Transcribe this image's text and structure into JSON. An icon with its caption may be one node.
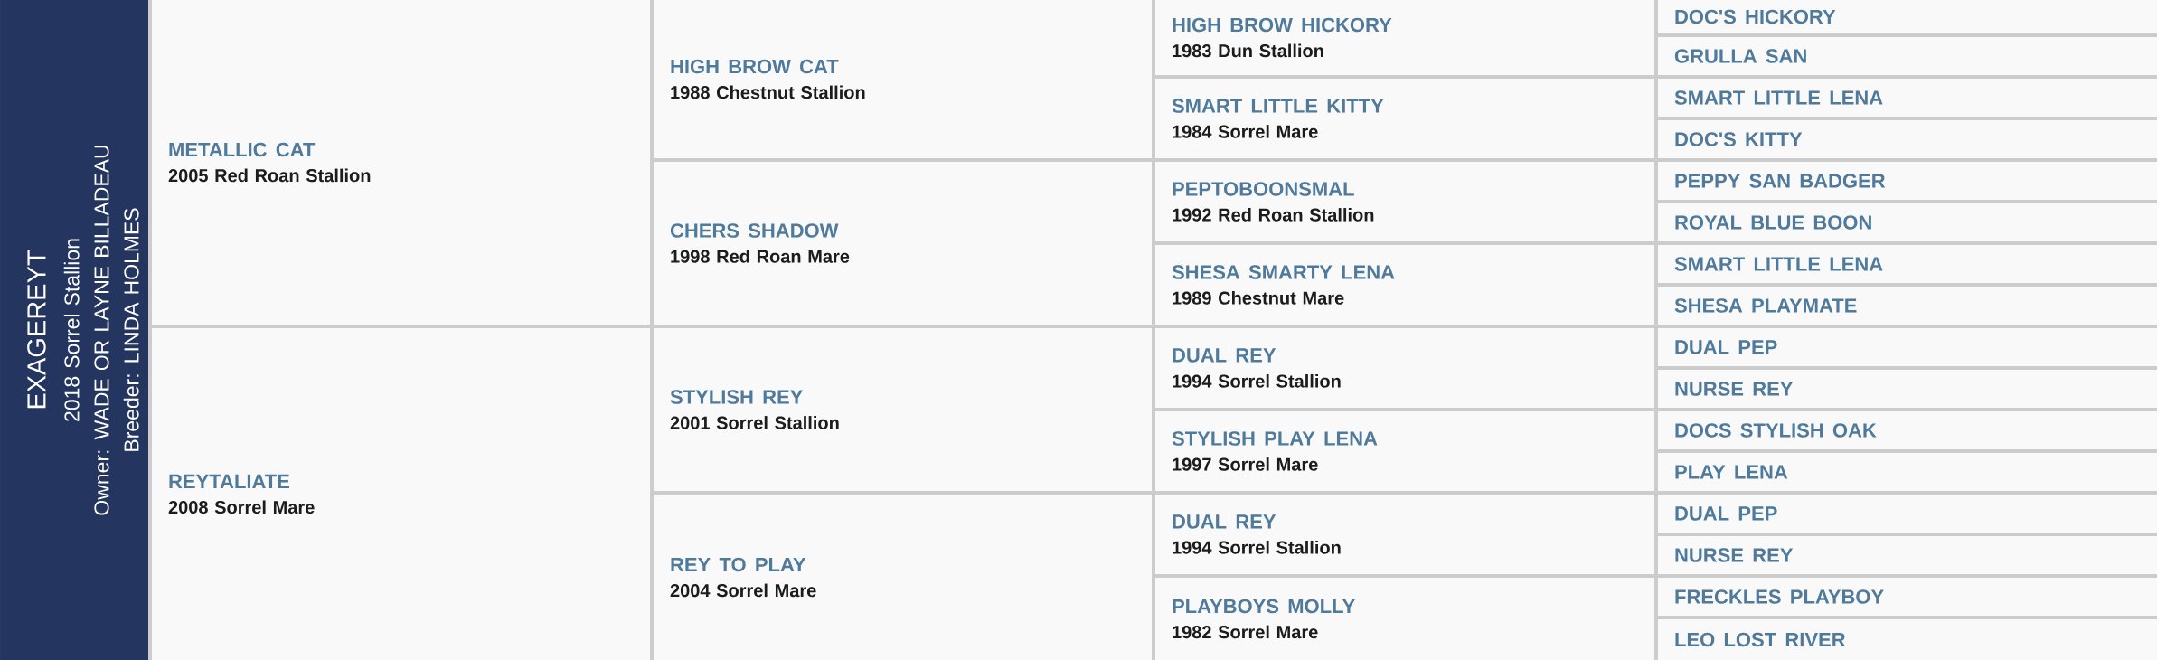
{
  "diagram": {
    "nodes": [
      {
        "text": [
          "EXAGEREYT",
          "2018 Sorrel Stallion",
          "Owner: WADE OR LAYNE BILLADEAU",
          "Breeder: LINDA HOLMES"
        ]
      },
      {
        "text": [
          "METALLIC CAT",
          "2005 Red Roan Stallion"
        ]
      },
      {
        "text": [
          "REYTALIATE",
          "2008 Sorrel Mare"
        ]
      },
      {
        "text": [
          "HIGH BROW CAT",
          "1988 Chestnut Stallion"
        ]
      },
      {
        "text": [
          "CHERS SHADOW",
          "1998 Red Roan Mare"
        ]
      },
      {
        "text": [
          "STYLISH REY",
          "2001 Sorrel Stallion"
        ]
      },
      {
        "text": [
          "REY TO PLAY",
          "2004 Sorrel Mare"
        ]
      },
      {
        "text": [
          "HIGH BROW HICKORY",
          "1983 Dun Stallion"
        ]
      },
      {
        "text": [
          "SMART LITTLE KITTY",
          "1984 Sorrel Mare"
        ]
      },
      {
        "text": [
          "PEPTOBOONSMAL",
          "1992 Red Roan Stallion"
        ]
      },
      {
        "text": [
          "SHESA SMARTY LENA",
          "1989 Chestnut Mare"
        ]
      },
      {
        "text": [
          "DUAL REY",
          "1994 Sorrel Stallion"
        ]
      },
      {
        "text": [
          "STYLISH PLAY LENA",
          "1997 Sorrel Mare"
        ]
      },
      {
        "text": [
          "DUAL REY",
          "1994 Sorrel Stallion"
        ]
      },
      {
        "text": [
          "PLAYBOYS MOLLY",
          "1982 Sorrel Mare"
        ]
      },
      {
        "text": [
          "DOC'S HICKORY"
        ]
      },
      {
        "text": [
          "GRULLA SAN"
        ]
      },
      {
        "text": [
          "SMART LITTLE LENA"
        ]
      },
      {
        "text": [
          "DOC'S KITTY"
        ]
      },
      {
        "text": [
          "PEPPY SAN BADGER"
        ]
      },
      {
        "text": [
          "ROYAL BLUE BOON"
        ]
      },
      {
        "text": [
          "SMART LITTLE LENA"
        ]
      },
      {
        "text": [
          "SHESA PLAYMATE"
        ]
      },
      {
        "text": [
          "DUAL PEP"
        ]
      },
      {
        "text": [
          "NURSE REY"
        ]
      },
      {
        "text": [
          "DOCS STYLISH OAK"
        ]
      },
      {
        "text": [
          "PLAY LENA"
        ]
      },
      {
        "text": [
          "DUAL PEP"
        ]
      },
      {
        "text": [
          "NURSE REY"
        ]
      },
      {
        "text": [
          "FRECKLES PLAYBOY"
        ]
      },
      {
        "text": [
          "LEO LOST RIVER"
        ]
      }
    ]
  }
}
